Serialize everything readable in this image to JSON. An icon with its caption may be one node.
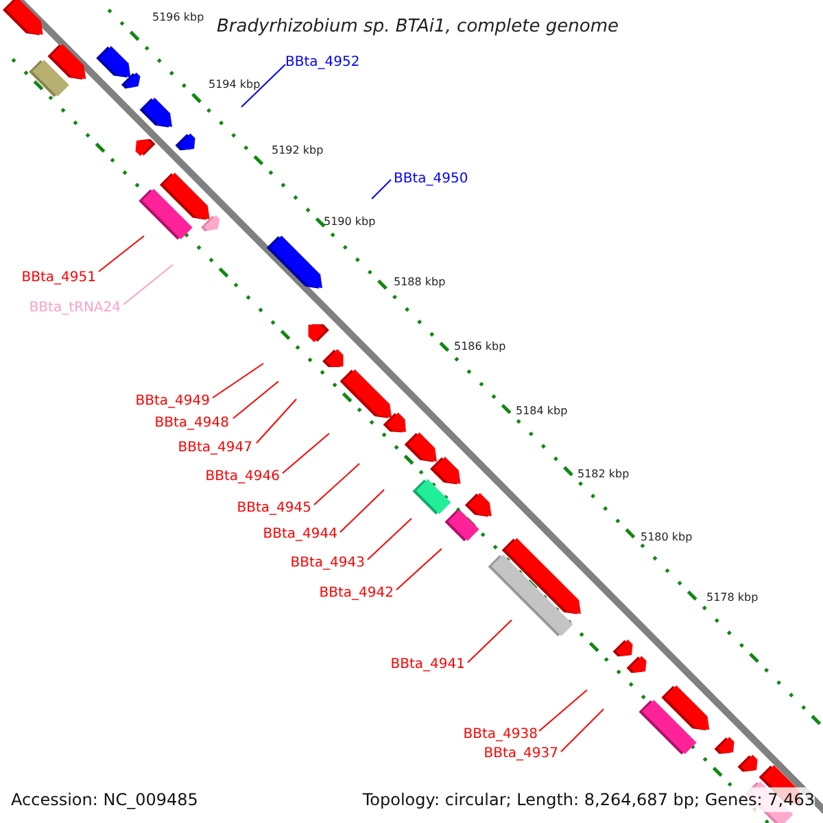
{
  "diagram": {
    "title": "Bradyrhizobium sp. BTAi1, complete genome",
    "nodes": [
      {
        "text": [
          "BBta_4952"
        ]
      },
      {
        "text": [
          "BBta_4950"
        ]
      },
      {
        "text": [
          "BBta_4951"
        ]
      },
      {
        "text": [
          "BBta_tRNA24"
        ]
      },
      {
        "text": [
          "BBta_4949"
        ]
      },
      {
        "text": [
          "BBta_4948"
        ]
      },
      {
        "text": [
          "BBta_4947"
        ]
      },
      {
        "text": [
          "BBta_4946"
        ]
      },
      {
        "text": [
          "BBta_4945"
        ]
      },
      {
        "text": [
          "BBta_4944"
        ]
      },
      {
        "text": [
          "BBta_4943"
        ]
      },
      {
        "text": [
          "BBta_4942"
        ]
      },
      {
        "text": [
          "BBta_4941"
        ]
      },
      {
        "text": [
          "BBta_4938"
        ]
      },
      {
        "text": [
          "BBta_4937"
        ]
      }
    ],
    "edges": [
      {
        "from": 0,
        "to": null,
        "arrow": "none",
        "color": "#0000ff"
      },
      {
        "from": 1,
        "to": null,
        "arrow": "none",
        "color": "#0000ff"
      },
      {
        "from": 2,
        "to": null,
        "arrow": "none"
      },
      {
        "from": 3,
        "to": null,
        "arrow": "none",
        "color": "#ffa0c8"
      },
      {
        "from": 4,
        "to": null,
        "arrow": "none"
      },
      {
        "from": 5,
        "to": null,
        "arrow": "none"
      },
      {
        "from": 6,
        "to": null,
        "arrow": "none"
      },
      {
        "from": 7,
        "to": null,
        "arrow": "none"
      },
      {
        "from": 8,
        "to": null,
        "arrow": "none"
      },
      {
        "from": 9,
        "to": null,
        "arrow": "none"
      },
      {
        "from": 10,
        "to": null,
        "arrow": "none"
      },
      {
        "from": 11,
        "to": null,
        "arrow": "none"
      },
      {
        "from": 12,
        "to": null,
        "arrow": "none"
      },
      {
        "from": 13,
        "to": null,
        "arrow": "none"
      },
      {
        "from": 14,
        "to": null,
        "arrow": "none"
      }
    ],
    "labels": [
      "5196 kbp",
      "5194 kbp",
      "5192 kbp",
      "5190 kbp",
      "5188 kbp",
      "5186 kbp",
      "5184 kbp",
      "5182 kbp",
      "5180 kbp",
      "5178 kbp",
      "Accession: NC_009485",
      "Topology: circular; Length: 8,264,687 bp; Genes: 7,463"
    ]
  }
}
